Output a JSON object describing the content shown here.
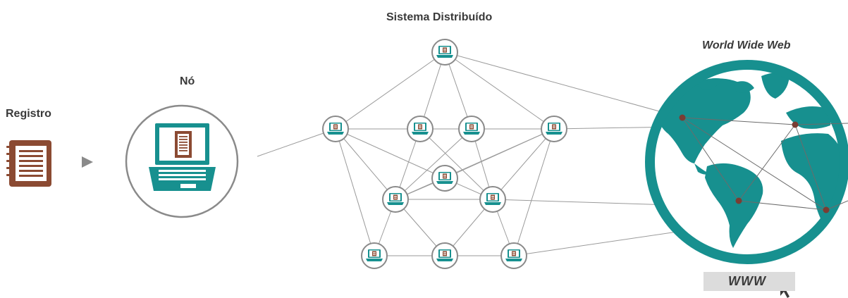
{
  "labels": {
    "registro": "Registro",
    "no": "Nó",
    "sistema": "Sistema Distribuído",
    "web": "World Wide Web",
    "www": "WWW"
  },
  "colors": {
    "teal": "#17908f",
    "brown": "#8b4a32",
    "line": "#9a9a9a",
    "node_border": "#8a8a8a",
    "dot": "#7a3d33",
    "arrow": "#8a8a8a",
    "text": "#3a3a3a"
  },
  "icons": {
    "registro": "notebook-icon",
    "no": "laptop-with-notebook-icon",
    "network_node": "laptop-icon",
    "web": "globe-icon",
    "cursor": "mouse-pointer-icon"
  }
}
